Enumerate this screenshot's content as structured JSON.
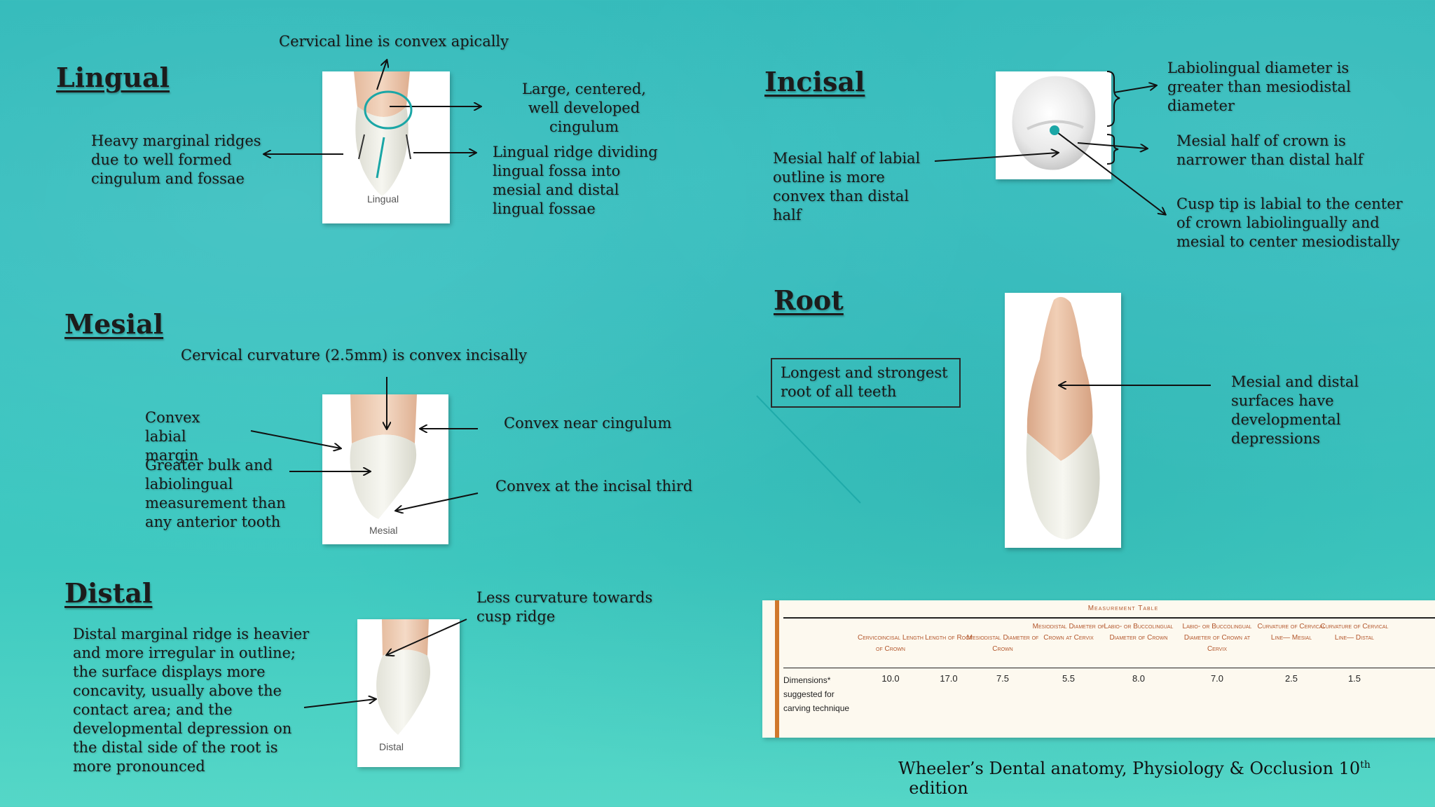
{
  "sections": {
    "lingual": {
      "heading": "Lingual",
      "caption": "Lingual",
      "labels": {
        "cervical_line": "Cervical line is convex apically",
        "cingulum": "Large, centered, well developed cingulum",
        "marginal_ridges": "Heavy marginal ridges due to well formed cingulum and fossae",
        "lingual_ridge": "Lingual ridge dividing lingual fossa into mesial and distal lingual fossae"
      }
    },
    "mesial": {
      "heading": "Mesial",
      "caption": "Mesial",
      "labels": {
        "cervical_curvature": "Cervical curvature (2.5mm) is convex incisally",
        "convex_labial": "Convex labial margin",
        "greater_bulk": "Greater bulk and labiolingual measurement than any anterior tooth",
        "convex_cingulum": "Convex near cingulum",
        "convex_incisal": "Convex at the incisal third"
      }
    },
    "distal": {
      "heading": "Distal",
      "caption": "Distal",
      "labels": {
        "less_curvature": "Less curvature towards cusp ridge",
        "distal_ridge": "Distal marginal ridge is heavier and more irregular in outline; the surface displays more concavity, usually above the contact area; and the developmental depression on the distal side of the root is more pronounced"
      }
    },
    "incisal": {
      "heading": "Incisal",
      "labels": {
        "labiolingual": "Labiolingual diameter is greater than  mesiodistal diameter",
        "mesial_half_crown": "Mesial half of crown is narrower than distal half",
        "cusp_tip": "Cusp tip is labial to the center of crown labiolingually and mesial to center mesiodistally",
        "mesial_half_labial": "Mesial half of labial outline is more convex than distal half"
      }
    },
    "root": {
      "heading": "Root",
      "box": "Longest and strongest root of all teeth",
      "depressions": "Mesial and distal surfaces have developmental depressions"
    }
  },
  "table": {
    "title": "Measurement Table",
    "headers": [
      "Cervicoincisal Length of Crown",
      "Length of Root",
      "Mesiodistal Diameter of Crown",
      "Mesiodistal Diameter of Crown at Cervix",
      "Labio- or Buccolingual Diameter of Crown",
      "Labio- or Buccolingual Diameter of Crown at Cervix",
      "Curvature of Cervical Line— Mesial",
      "Curvature of Cervical Line— Distal"
    ],
    "row_label": "Dimensions* suggested for carving technique",
    "values": [
      "10.0",
      "17.0",
      "7.5",
      "5.5",
      "8.0",
      "7.0",
      "2.5",
      "1.5"
    ]
  },
  "credit": {
    "text": "Wheeler’s Dental anatomy, Physiology & Occlusion 10",
    "sup": "th",
    "tail": "  edition"
  },
  "colors": {
    "background": "#36bfbf",
    "annotation_circle": "#1aa6a6",
    "table_accent": "#d0782c"
  }
}
